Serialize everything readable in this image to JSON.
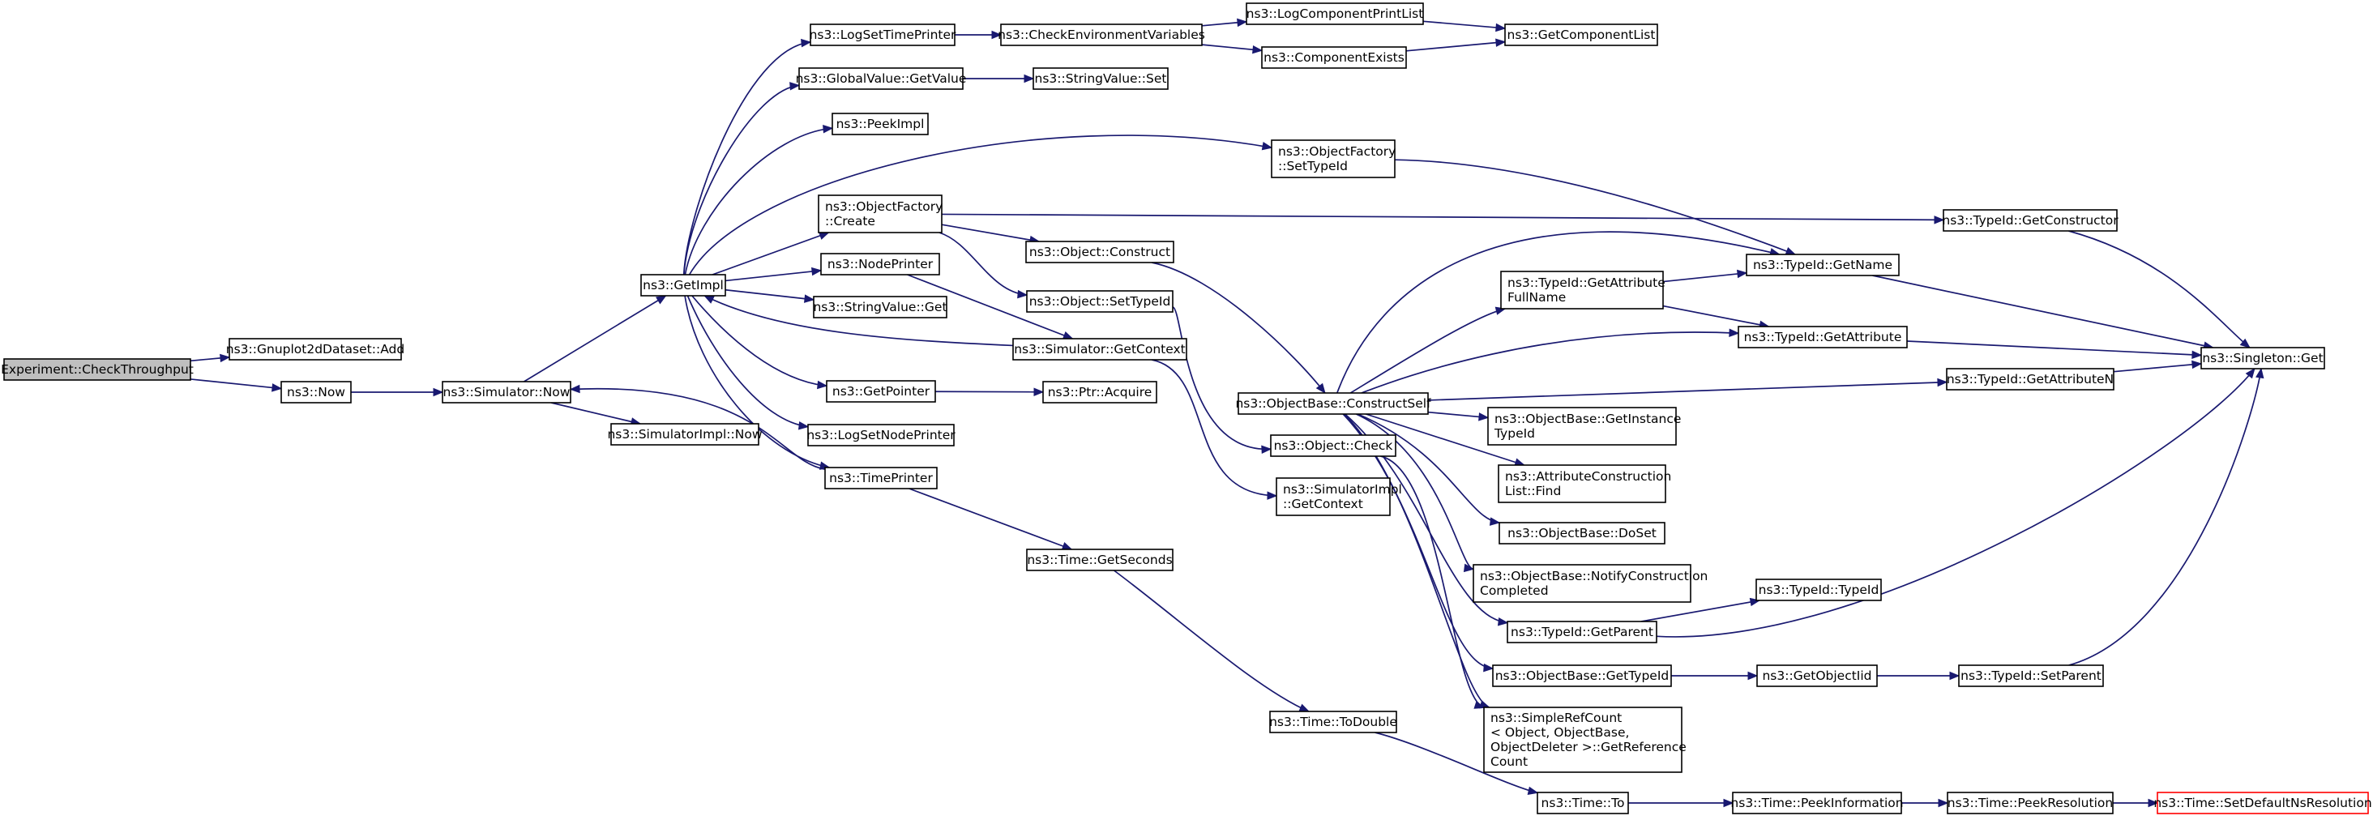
{
  "colors": {
    "edge": "#191970",
    "root_fill": "#bfbfbf",
    "truncated_border": "#ff0000"
  },
  "nodes": [
    {
      "id": "root",
      "lines": [
        "Experiment::CheckThroughput"
      ]
    },
    {
      "id": "gnuplotAdd",
      "lines": [
        "ns3::Gnuplot2dDataset::Add"
      ]
    },
    {
      "id": "now",
      "lines": [
        "ns3::Now"
      ]
    },
    {
      "id": "simNow",
      "lines": [
        "ns3::Simulator::Now"
      ]
    },
    {
      "id": "simImplNow",
      "lines": [
        "ns3::SimulatorImpl::Now"
      ]
    },
    {
      "id": "getImpl",
      "lines": [
        "ns3::GetImpl"
      ]
    },
    {
      "id": "logSetTimePrinter",
      "lines": [
        "ns3::LogSetTimePrinter"
      ]
    },
    {
      "id": "globalValueGetValue",
      "lines": [
        "ns3::GlobalValue::GetValue"
      ]
    },
    {
      "id": "peekImpl",
      "lines": [
        "ns3::PeekImpl"
      ]
    },
    {
      "id": "objectFactoryCreate",
      "lines": [
        "ns3::ObjectFactory",
        "::Create"
      ]
    },
    {
      "id": "nodePrinter",
      "lines": [
        "ns3::NodePrinter"
      ]
    },
    {
      "id": "stringValueGet",
      "lines": [
        "ns3::StringValue::Get"
      ]
    },
    {
      "id": "getPointer",
      "lines": [
        "ns3::GetPointer"
      ]
    },
    {
      "id": "logSetNodePrinter",
      "lines": [
        "ns3::LogSetNodePrinter"
      ]
    },
    {
      "id": "timePrinter",
      "lines": [
        "ns3::TimePrinter"
      ]
    },
    {
      "id": "checkEnvVars",
      "lines": [
        "ns3::CheckEnvironmentVariables"
      ]
    },
    {
      "id": "stringValueSet",
      "lines": [
        "ns3::StringValue::Set"
      ]
    },
    {
      "id": "objectConstruct",
      "lines": [
        "ns3::Object::Construct"
      ]
    },
    {
      "id": "objectSetTypeId",
      "lines": [
        "ns3::Object::SetTypeId"
      ]
    },
    {
      "id": "simGetContext",
      "lines": [
        "ns3::Simulator::GetContext"
      ]
    },
    {
      "id": "ptrAcquire",
      "lines": [
        "ns3::Ptr::Acquire"
      ]
    },
    {
      "id": "timeGetSeconds",
      "lines": [
        "ns3::Time::GetSeconds"
      ]
    },
    {
      "id": "logComponentPrintList",
      "lines": [
        "ns3::LogComponentPrintList"
      ]
    },
    {
      "id": "componentExists",
      "lines": [
        "ns3::ComponentExists"
      ]
    },
    {
      "id": "getComponentList",
      "lines": [
        "ns3::GetComponentList"
      ]
    },
    {
      "id": "objectFactorySetTypeId",
      "lines": [
        "ns3::ObjectFactory",
        "::SetTypeId"
      ]
    },
    {
      "id": "objectBaseConstructSelf",
      "lines": [
        "ns3::ObjectBase::ConstructSelf"
      ]
    },
    {
      "id": "objectCheck",
      "lines": [
        "ns3::Object::Check"
      ]
    },
    {
      "id": "simImplGetContext",
      "lines": [
        "ns3::SimulatorImpl",
        "::GetContext"
      ]
    },
    {
      "id": "timeToDouble",
      "lines": [
        "ns3::Time::ToDouble"
      ]
    },
    {
      "id": "typeIdGetAttrFullName",
      "lines": [
        "ns3::TypeId::GetAttribute",
        "FullName"
      ]
    },
    {
      "id": "objectBaseGetInstanceTypeId",
      "lines": [
        "ns3::ObjectBase::GetInstance",
        "TypeId"
      ]
    },
    {
      "id": "attrConstructionListFind",
      "lines": [
        "ns3::AttributeConstruction",
        "List::Find"
      ]
    },
    {
      "id": "objectBaseDoSet",
      "lines": [
        "ns3::ObjectBase::DoSet"
      ]
    },
    {
      "id": "objectBaseNotifyConstructionCompleted",
      "lines": [
        "ns3::ObjectBase::NotifyConstruction",
        "Completed"
      ]
    },
    {
      "id": "typeIdGetParent",
      "lines": [
        "ns3::TypeId::GetParent"
      ]
    },
    {
      "id": "objectBaseGetTypeId",
      "lines": [
        "ns3::ObjectBase::GetTypeId"
      ]
    },
    {
      "id": "simpleRefCountGetReferenceCount",
      "lines": [
        "ns3::SimpleRefCount",
        "< Object, ObjectBase,",
        " ObjectDeleter >::GetReference",
        "Count"
      ]
    },
    {
      "id": "timeTo",
      "lines": [
        "ns3::Time::To"
      ]
    },
    {
      "id": "typeIdGetName",
      "lines": [
        "ns3::TypeId::GetName"
      ]
    },
    {
      "id": "typeIdGetAttribute",
      "lines": [
        "ns3::TypeId::GetAttribute"
      ]
    },
    {
      "id": "typeIdTypeId",
      "lines": [
        "ns3::TypeId::TypeId"
      ]
    },
    {
      "id": "getObjectIid",
      "lines": [
        "ns3::GetObjectIid"
      ]
    },
    {
      "id": "timePeekInformation",
      "lines": [
        "ns3::Time::PeekInformation"
      ]
    },
    {
      "id": "typeIdGetConstructor",
      "lines": [
        "ns3::TypeId::GetConstructor"
      ]
    },
    {
      "id": "typeIdGetAttributeN",
      "lines": [
        "ns3::TypeId::GetAttributeN"
      ]
    },
    {
      "id": "typeIdSetParent",
      "lines": [
        "ns3::TypeId::SetParent"
      ]
    },
    {
      "id": "timePeekResolution",
      "lines": [
        "ns3::Time::PeekResolution"
      ]
    },
    {
      "id": "singletonGet",
      "lines": [
        "ns3::Singleton::Get"
      ]
    },
    {
      "id": "timeSetDefaultNsResolution",
      "lines": [
        "ns3::Time::SetDefaultNsResolution"
      ]
    }
  ],
  "edges": [
    [
      "root",
      "gnuplotAdd"
    ],
    [
      "root",
      "now"
    ],
    [
      "now",
      "simNow"
    ],
    [
      "simNow",
      "getImpl"
    ],
    [
      "simNow",
      "simImplNow"
    ],
    [
      "getImpl",
      "logSetTimePrinter"
    ],
    [
      "getImpl",
      "globalValueGetValue"
    ],
    [
      "getImpl",
      "peekImpl"
    ],
    [
      "getImpl",
      "objectFactorySetTypeId"
    ],
    [
      "getImpl",
      "objectFactoryCreate"
    ],
    [
      "getImpl",
      "nodePrinter"
    ],
    [
      "getImpl",
      "stringValueGet"
    ],
    [
      "getImpl",
      "getPointer"
    ],
    [
      "getImpl",
      "logSetNodePrinter"
    ],
    [
      "getImpl",
      "timePrinter"
    ],
    [
      "logSetTimePrinter",
      "checkEnvVars"
    ],
    [
      "checkEnvVars",
      "logComponentPrintList"
    ],
    [
      "checkEnvVars",
      "componentExists"
    ],
    [
      "logComponentPrintList",
      "getComponentList"
    ],
    [
      "componentExists",
      "getComponentList"
    ],
    [
      "globalValueGetValue",
      "stringValueSet"
    ],
    [
      "objectFactoryCreate",
      "objectConstruct"
    ],
    [
      "objectFactoryCreate",
      "objectSetTypeId"
    ],
    [
      "objectFactoryCreate",
      "typeIdGetConstructor"
    ],
    [
      "objectFactorySetTypeId",
      "typeIdGetName"
    ],
    [
      "nodePrinter",
      "simGetContext"
    ],
    [
      "simGetContext",
      "getImpl"
    ],
    [
      "simGetContext",
      "simImplGetContext"
    ],
    [
      "getPointer",
      "ptrAcquire"
    ],
    [
      "timePrinter",
      "simNow"
    ],
    [
      "timePrinter",
      "timeGetSeconds"
    ],
    [
      "objectConstruct",
      "objectBaseConstructSelf"
    ],
    [
      "objectSetTypeId",
      "objectCheck"
    ],
    [
      "timeGetSeconds",
      "timeToDouble"
    ],
    [
      "timeToDouble",
      "timeTo"
    ],
    [
      "objectBaseConstructSelf",
      "typeIdGetName"
    ],
    [
      "objectBaseConstructSelf",
      "typeIdGetAttrFullName"
    ],
    [
      "objectBaseConstructSelf",
      "typeIdGetAttribute"
    ],
    [
      "objectBaseConstructSelf",
      "typeIdGetAttributeN"
    ],
    [
      "objectBaseConstructSelf",
      "objectBaseGetInstanceTypeId"
    ],
    [
      "objectBaseConstructSelf",
      "attrConstructionListFind"
    ],
    [
      "objectBaseConstructSelf",
      "objectBaseDoSet"
    ],
    [
      "objectBaseConstructSelf",
      "objectBaseNotifyConstructionCompleted"
    ],
    [
      "objectBaseConstructSelf",
      "typeIdGetParent"
    ],
    [
      "objectBaseConstructSelf",
      "objectBaseGetTypeId"
    ],
    [
      "objectBaseConstructSelf",
      "simpleRefCountGetReferenceCount"
    ],
    [
      "objectCheck",
      "simpleRefCountGetReferenceCount"
    ],
    [
      "typeIdGetAttrFullName",
      "typeIdGetName"
    ],
    [
      "typeIdGetAttrFullName",
      "typeIdGetAttribute"
    ],
    [
      "typeIdGetName",
      "singletonGet"
    ],
    [
      "typeIdGetAttribute",
      "singletonGet"
    ],
    [
      "typeIdGetAttributeN",
      "singletonGet"
    ],
    [
      "typeIdGetConstructor",
      "singletonGet"
    ],
    [
      "typeIdGetParent",
      "typeIdTypeId"
    ],
    [
      "typeIdGetParent",
      "singletonGet"
    ],
    [
      "objectBaseGetTypeId",
      "getObjectIid"
    ],
    [
      "getObjectIid",
      "typeIdSetParent"
    ],
    [
      "typeIdSetParent",
      "singletonGet"
    ],
    [
      "timeTo",
      "timePeekInformation"
    ],
    [
      "timePeekInformation",
      "timePeekResolution"
    ],
    [
      "timePeekResolution",
      "timeSetDefaultNsResolution"
    ]
  ]
}
